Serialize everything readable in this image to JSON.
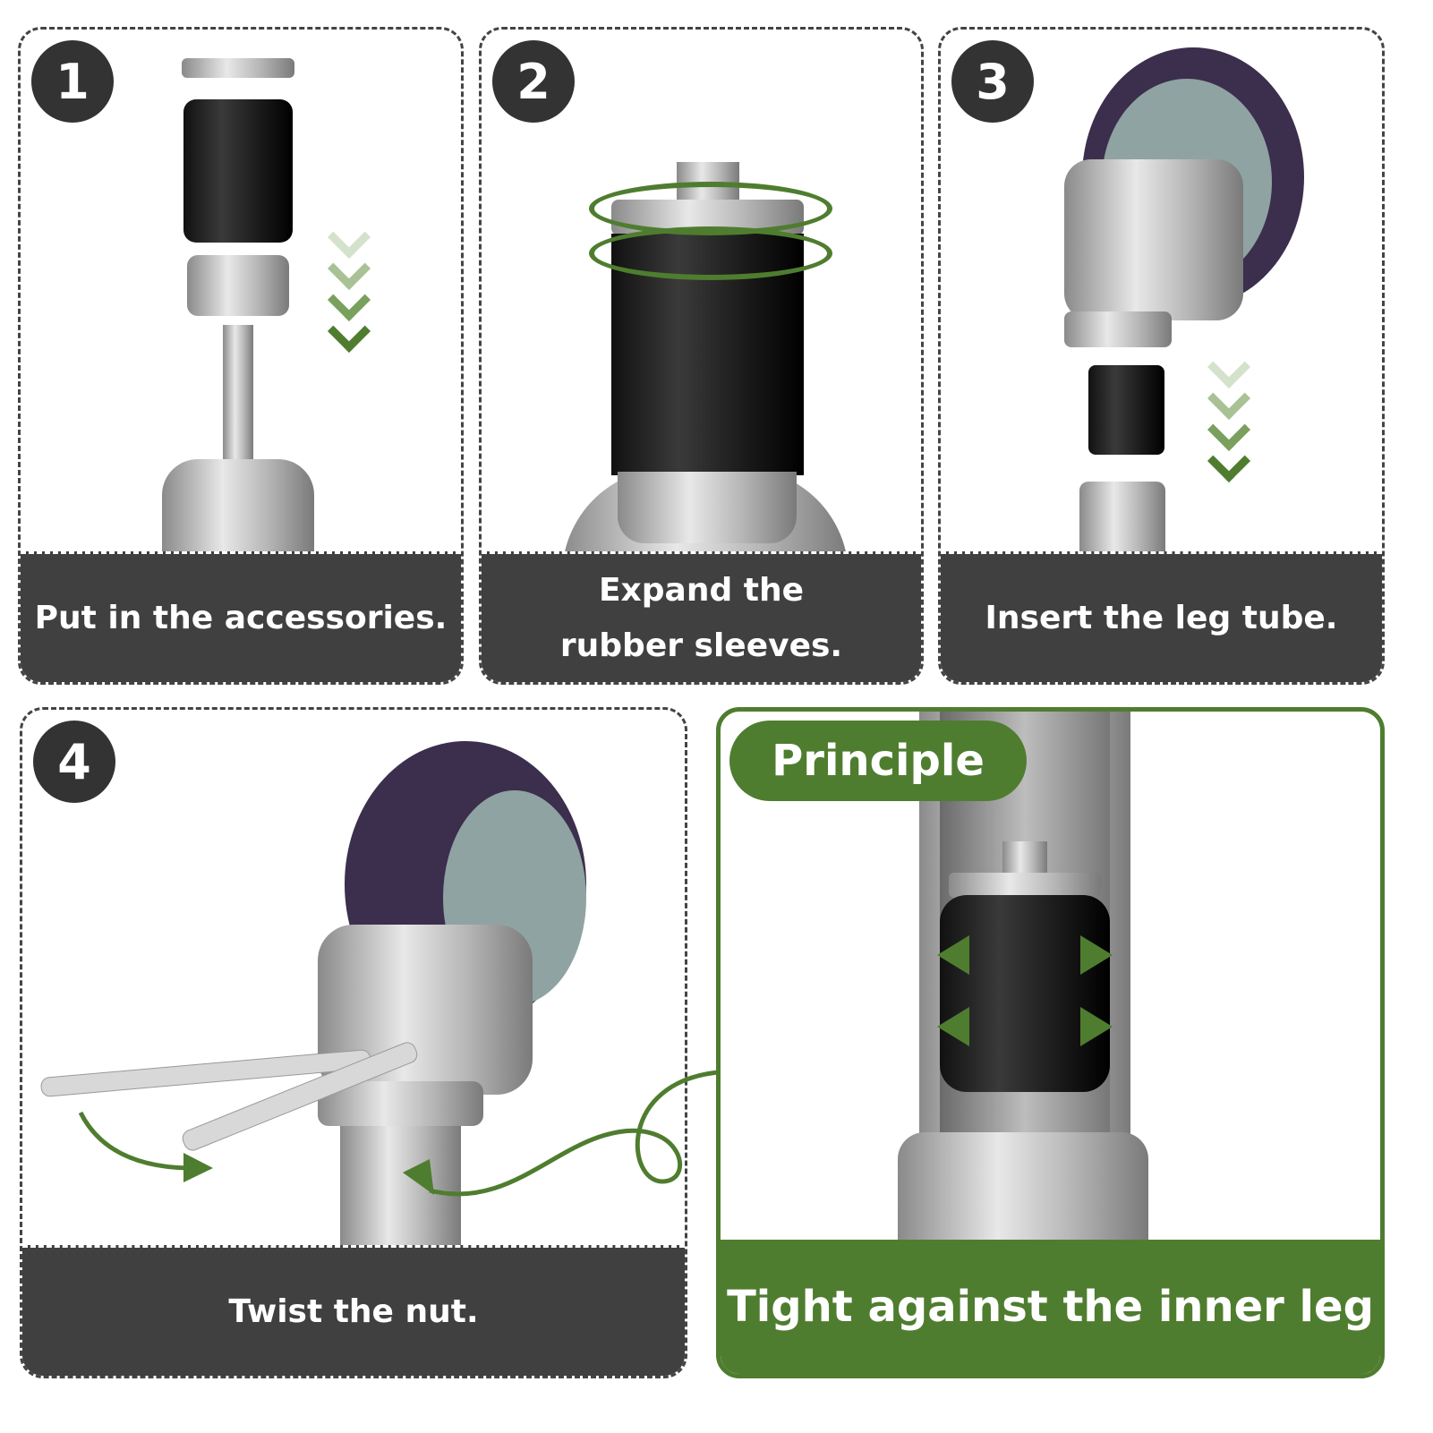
{
  "steps": [
    {
      "number": "1",
      "caption": "Put in the accessories."
    },
    {
      "number": "2",
      "caption_line1": "Expand the",
      "caption_line2": "rubber sleeves."
    },
    {
      "number": "3",
      "caption": "Insert the leg tube."
    },
    {
      "number": "4",
      "caption": "Twist the nut."
    }
  ],
  "principle": {
    "label": "Principle",
    "caption": "Tight against the inner leg"
  },
  "colors": {
    "green": "#4f7d2f",
    "dark": "#404040",
    "badge": "#333333"
  }
}
